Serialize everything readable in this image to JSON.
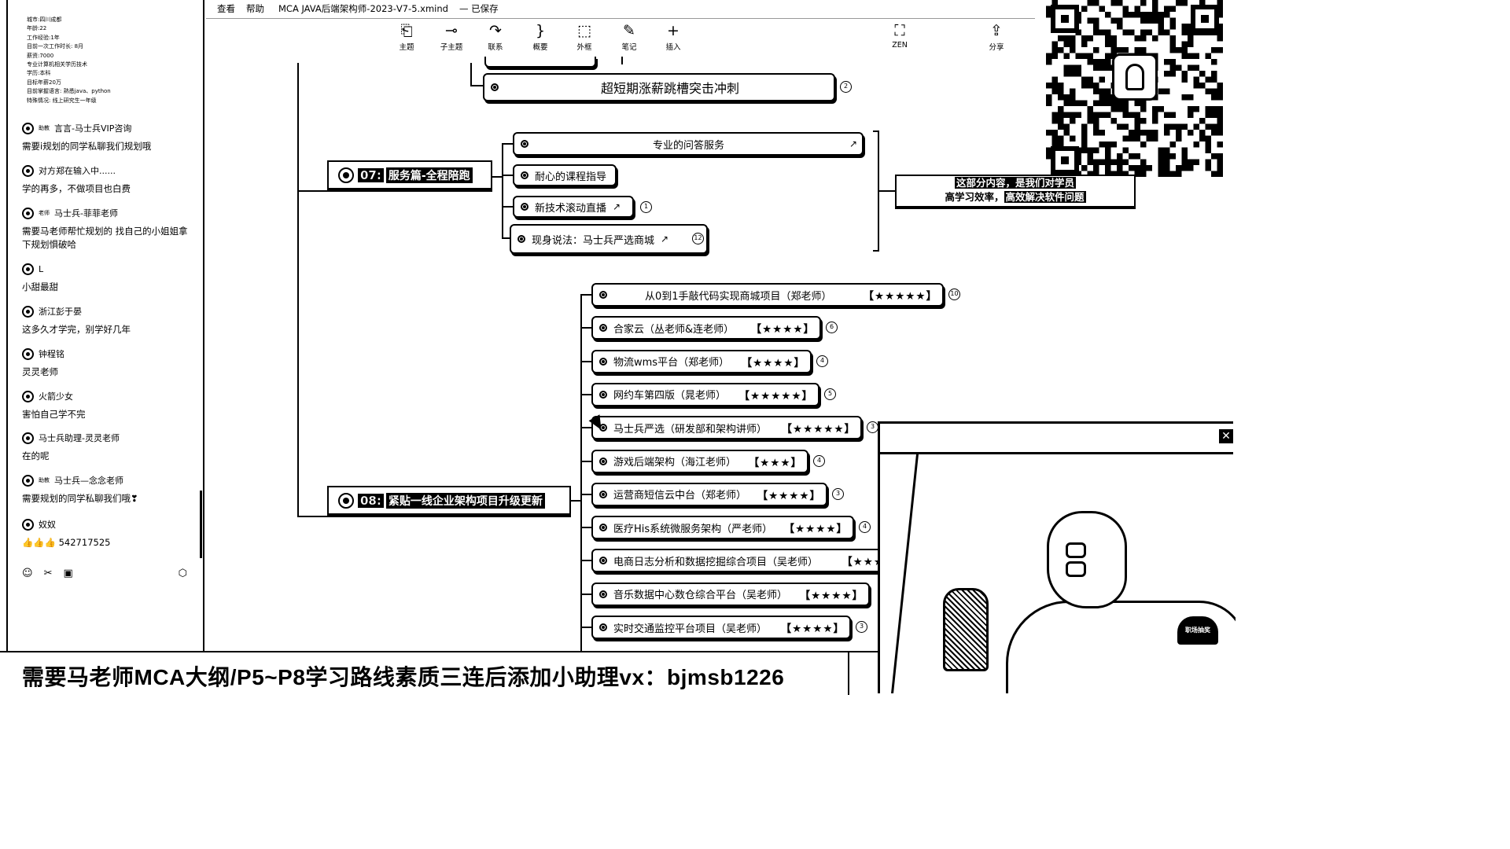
{
  "window": {
    "menu_view": "查看",
    "menu_help": "帮助",
    "file_title": "MCA JAVA后端架构师-2023-V7-5.xmind",
    "save_status": "— 已保存"
  },
  "toolbar": {
    "topic": "主题",
    "subtopic": "子主题",
    "relation": "联系",
    "summary": "概要",
    "boundary": "外框",
    "note": "笔记",
    "insert": "插入",
    "zen": "ZEN",
    "share": "分享"
  },
  "sidebar": {
    "profile": [
      "城市:四川成都",
      "年龄:22",
      "工作经验:1年",
      "目前一次工作时长: 8月",
      "薪资:7000",
      "专业计算机相关学历技术",
      "学历:本科",
      "目标年薪20万",
      "目前掌握语言: 熟悉java、python",
      "特殊情况: 线上研究生一年级"
    ],
    "messages": [
      {
        "role": "助教",
        "user": "言言-马士兵VIP咨询",
        "text": "需要i规划的同学私聊我们规划哦"
      },
      {
        "role": "",
        "user": "对方郑在输入中......",
        "text": "学的再多，不做项目也白费"
      },
      {
        "role": "老师",
        "user": "马士兵-菲菲老师",
        "text": "需要马老师帮忙规划的 找自己的小姐姐拿下规划惧破哈"
      },
      {
        "role": "",
        "user": "L",
        "text": "小甜最甜"
      },
      {
        "role": "",
        "user": "浙江彭于晏",
        "text": "这多久才学完，别学好几年"
      },
      {
        "role": "",
        "user": "钟程铭",
        "text": "灵灵老师"
      },
      {
        "role": "",
        "user": "火箭少女",
        "text": "害怕自己学不完"
      },
      {
        "role": "",
        "user": "马士兵助理-灵灵老师",
        "text": "在的呢"
      },
      {
        "role": "助教",
        "user": "马士兵—念念老师",
        "text": "需要规划的同学私聊我们哦❣"
      },
      {
        "role": "",
        "user": "奴奴",
        "text": "👍👍👍 542717525"
      }
    ]
  },
  "mindmap": {
    "top_node": {
      "label": "超短期涨薪跳槽突击冲刺",
      "badge": "2"
    },
    "section07": {
      "number": "07:",
      "title": "服务篇-全程陪跑"
    },
    "section07_items": [
      {
        "label": "专业的问答服务",
        "badge": ""
      },
      {
        "label": "耐心的课程指导",
        "badge": ""
      },
      {
        "label": "新技术滚动直播",
        "badge": "1"
      },
      {
        "label": "现身说法：马士兵严选商城",
        "badge": "12"
      }
    ],
    "section07_note": {
      "line1_hl": "这部分内容，是我们对学员",
      "line1_rest": "",
      "line2_pre": "高学习效率，",
      "line2_hl": "高效解决软件问题"
    },
    "section08": {
      "number": "08:",
      "title": "紧贴一线企业架构项目升级更新"
    },
    "section08_items": [
      {
        "label": "从0到1手敲代码实现商城项目（郑老师）",
        "stars": "【★★★★★】",
        "badge": "10"
      },
      {
        "label": "合家云（丛老师&连老师）",
        "stars": "【★★★★】",
        "badge": "6"
      },
      {
        "label": "物流wms平台（郑老师）",
        "stars": "【★★★★】",
        "badge": "4"
      },
      {
        "label": "网约车第四版（晁老师）",
        "stars": "【★★★★★】",
        "badge": "5"
      },
      {
        "label": "马士兵严选（研发部和架构讲师）",
        "stars": "【★★★★★】",
        "badge": "3"
      },
      {
        "label": "游戏后端架构（海江老师）",
        "stars": "【★★★】",
        "badge": "4"
      },
      {
        "label": "运营商短信云中台（郑老师）",
        "stars": "【★★★★】",
        "badge": "3"
      },
      {
        "label": "医疗His系统微服务架构（严老师）",
        "stars": "【★★★★】",
        "badge": "4"
      },
      {
        "label": "电商日志分析和数据挖掘综合项目（吴老师）",
        "stars": "【★★★",
        "badge": ""
      },
      {
        "label": "音乐数据中心数仓综合平台（吴老师）",
        "stars": "【★★★★】",
        "badge": ""
      },
      {
        "label": "实时交通监控平台项目（吴老师）",
        "stars": "【★★★★】",
        "badge": "3"
      }
    ]
  },
  "video": {
    "close": "✕",
    "mic_label": "职场抽奖"
  },
  "banner": {
    "text": "需要马老师MCA大纲/P5~P8学习路线素质三连后添加小助理vx：bjmsb1226"
  }
}
